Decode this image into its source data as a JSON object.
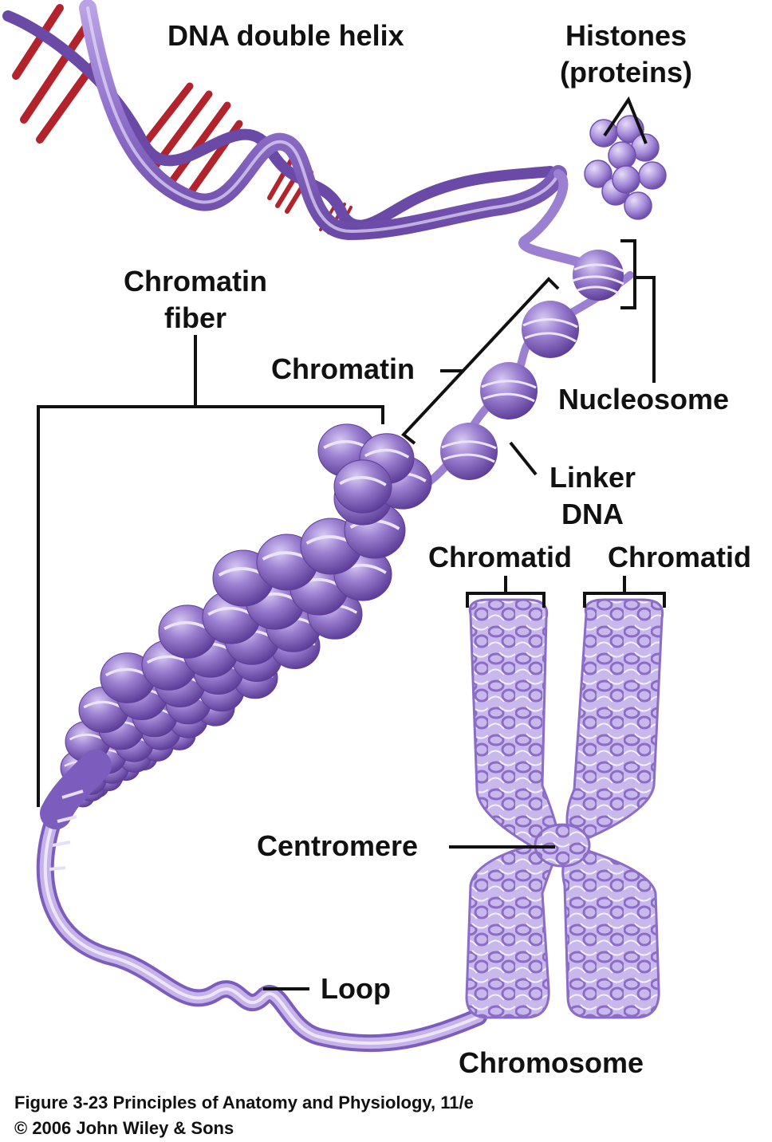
{
  "labels": {
    "dna_double_helix": "DNA double helix",
    "histones_line1": "Histones",
    "histones_line2": "(proteins)",
    "chromatin_fiber_line1": "Chromatin",
    "chromatin_fiber_line2": "fiber",
    "chromatin": "Chromatin",
    "nucleosome": "Nucleosome",
    "linker_dna_line1": "Linker",
    "linker_dna_line2": "DNA",
    "chromatid_left": "Chromatid",
    "chromatid_right": "Chromatid",
    "centromere": "Centromere",
    "loop": "Loop",
    "chromosome": "Chromosome"
  },
  "caption": {
    "line1": "Figure 3-23  Principles of Anatomy and Physiology, 11/e",
    "line2": "© 2006 John Wiley & Sons"
  },
  "colors": {
    "purple": "#9b7fd0",
    "purple_dark": "#6a4aa6",
    "purple_light": "#c8b6ea",
    "base_pair_red": "#b3232b"
  }
}
